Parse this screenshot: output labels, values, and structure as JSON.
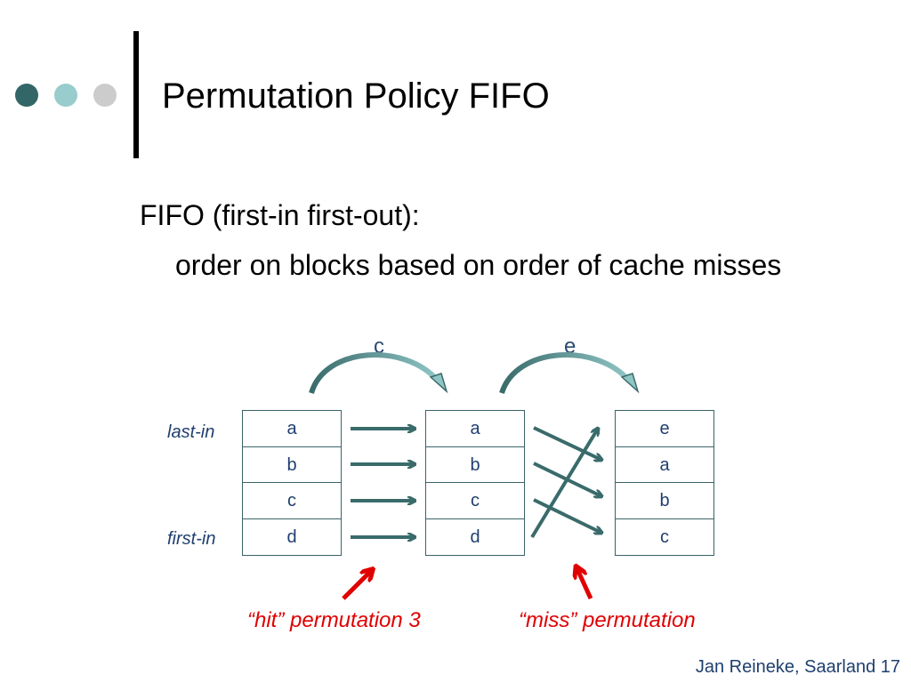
{
  "slide": {
    "title": "Permutation Policy FIFO",
    "colors": {
      "dot1": "#336666",
      "dot2": "#99cccc",
      "dot3": "#cccccc",
      "arrow": "#3a6b6b",
      "highlight": "#e00000"
    }
  },
  "body": {
    "line1": "FIFO (first-in first-out):",
    "line2": "order on blocks based on order of cache misses"
  },
  "diagram": {
    "labels": {
      "last_in": "last-in",
      "first_in": "first-in"
    },
    "transitions": {
      "first": "c",
      "second": "e"
    },
    "caches": [
      {
        "cells": [
          "a",
          "b",
          "c",
          "d"
        ]
      },
      {
        "cells": [
          "a",
          "b",
          "c",
          "d"
        ]
      },
      {
        "cells": [
          "e",
          "a",
          "b",
          "c"
        ]
      }
    ],
    "annotations": {
      "hit": "“hit” permutation 3",
      "miss": "“miss” permutation"
    }
  },
  "footer": {
    "text": "Jan Reineke, Saarland 17"
  }
}
